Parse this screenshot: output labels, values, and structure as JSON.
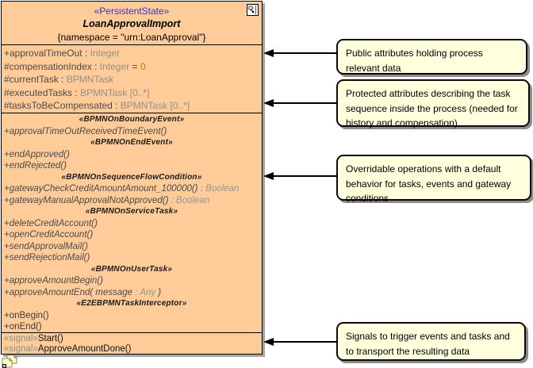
{
  "klass": {
    "stereotype": "«PersistentState»",
    "name": "LoanApprovalImport",
    "namespace": "{namespace = \"urn:LoanApproval\"}",
    "attributes": [
      {
        "name": "+approvalTimeOut",
        "sep": " : ",
        "type": "Integer"
      },
      {
        "name": "#compensationIndex",
        "sep": " : ",
        "type": "Integer",
        "eq": " = ",
        "default": "0"
      },
      {
        "name": "#currentTask",
        "sep": " : ",
        "type": "BPMNTask"
      },
      {
        "name": "#executedTasks",
        "sep": " : ",
        "type": "BPMNTask [0..*]"
      },
      {
        "name": "#tasksToBeCompensated",
        "sep": " : ",
        "type": "BPMNTask [0..*]"
      }
    ],
    "operations": [
      {
        "kind": "stereotype",
        "text": "«BPMNOnBoundaryEvent»"
      },
      {
        "kind": "op",
        "pre": "+approvalTimeOutReceivedTimeEvent()"
      },
      {
        "kind": "stereotype",
        "text": "«BPMNOnEndEvent»"
      },
      {
        "kind": "op",
        "pre": "+endApproved()"
      },
      {
        "kind": "op",
        "pre": "+endRejected()"
      },
      {
        "kind": "stereotype",
        "text": "«BPMNOnSequenceFlowCondition»"
      },
      {
        "kind": "op",
        "pre": "+gatewayCheckCreditAmountAmount_100000()",
        "type": " : Boolean"
      },
      {
        "kind": "op",
        "pre": "+gatewayManualApprovalNotApproved()",
        "type": " : Boolean"
      },
      {
        "kind": "stereotype",
        "text": "«BPMNOnServiceTask»"
      },
      {
        "kind": "op",
        "pre": "+deleteCreditAccount()"
      },
      {
        "kind": "op",
        "pre": "+openCreditAccount()"
      },
      {
        "kind": "op",
        "pre": "+sendApprovalMail()"
      },
      {
        "kind": "op",
        "pre": "+sendRejectionMail()"
      },
      {
        "kind": "stereotype",
        "text": "«BPMNOnUserTask»"
      },
      {
        "kind": "op",
        "pre": "+approveAmountBegin()"
      },
      {
        "kind": "op",
        "pre": "+approveAmountEnd( message",
        "type": " : Any",
        "post": " )"
      },
      {
        "kind": "stereotype",
        "text": "«E2EBPMNTaskInterceptor»"
      },
      {
        "kind": "op-plain",
        "pre": "+onBegin()"
      },
      {
        "kind": "op-plain",
        "pre": "+onEnd()"
      }
    ],
    "signals": [
      {
        "stereotype": "«signal»",
        "name": "Start()"
      },
      {
        "stereotype": "«signal»",
        "name": "ApproveAmountDone()"
      }
    ]
  },
  "notes": [
    {
      "text": "Public attributes holding process relevant data"
    },
    {
      "text": "Protected attributes describing the task sequence inside the process (needed for history and compensation)"
    },
    {
      "text": "Overridable operations with a default behavior for tasks, events and gateway conditions"
    },
    {
      "text": "Signals to trigger events and tasks and to transport the resulting data"
    }
  ],
  "colors": {
    "class_fill": "#FFCC99",
    "note_fill": "#FFFFDE",
    "stereotype_blue": "#3333CC",
    "member_gray": "#4A4A4A",
    "type_gray": "#8F8F8F",
    "default_value_amber": "#BF7C00"
  }
}
